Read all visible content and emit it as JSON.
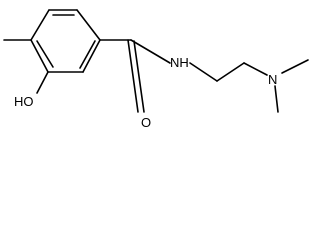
{
  "molecule": {
    "atoms": {
      "hydroxyl": "HO",
      "carbonyl_oxygen": "O",
      "amide_nitrogen": "NH",
      "amine_nitrogen": "N"
    }
  }
}
